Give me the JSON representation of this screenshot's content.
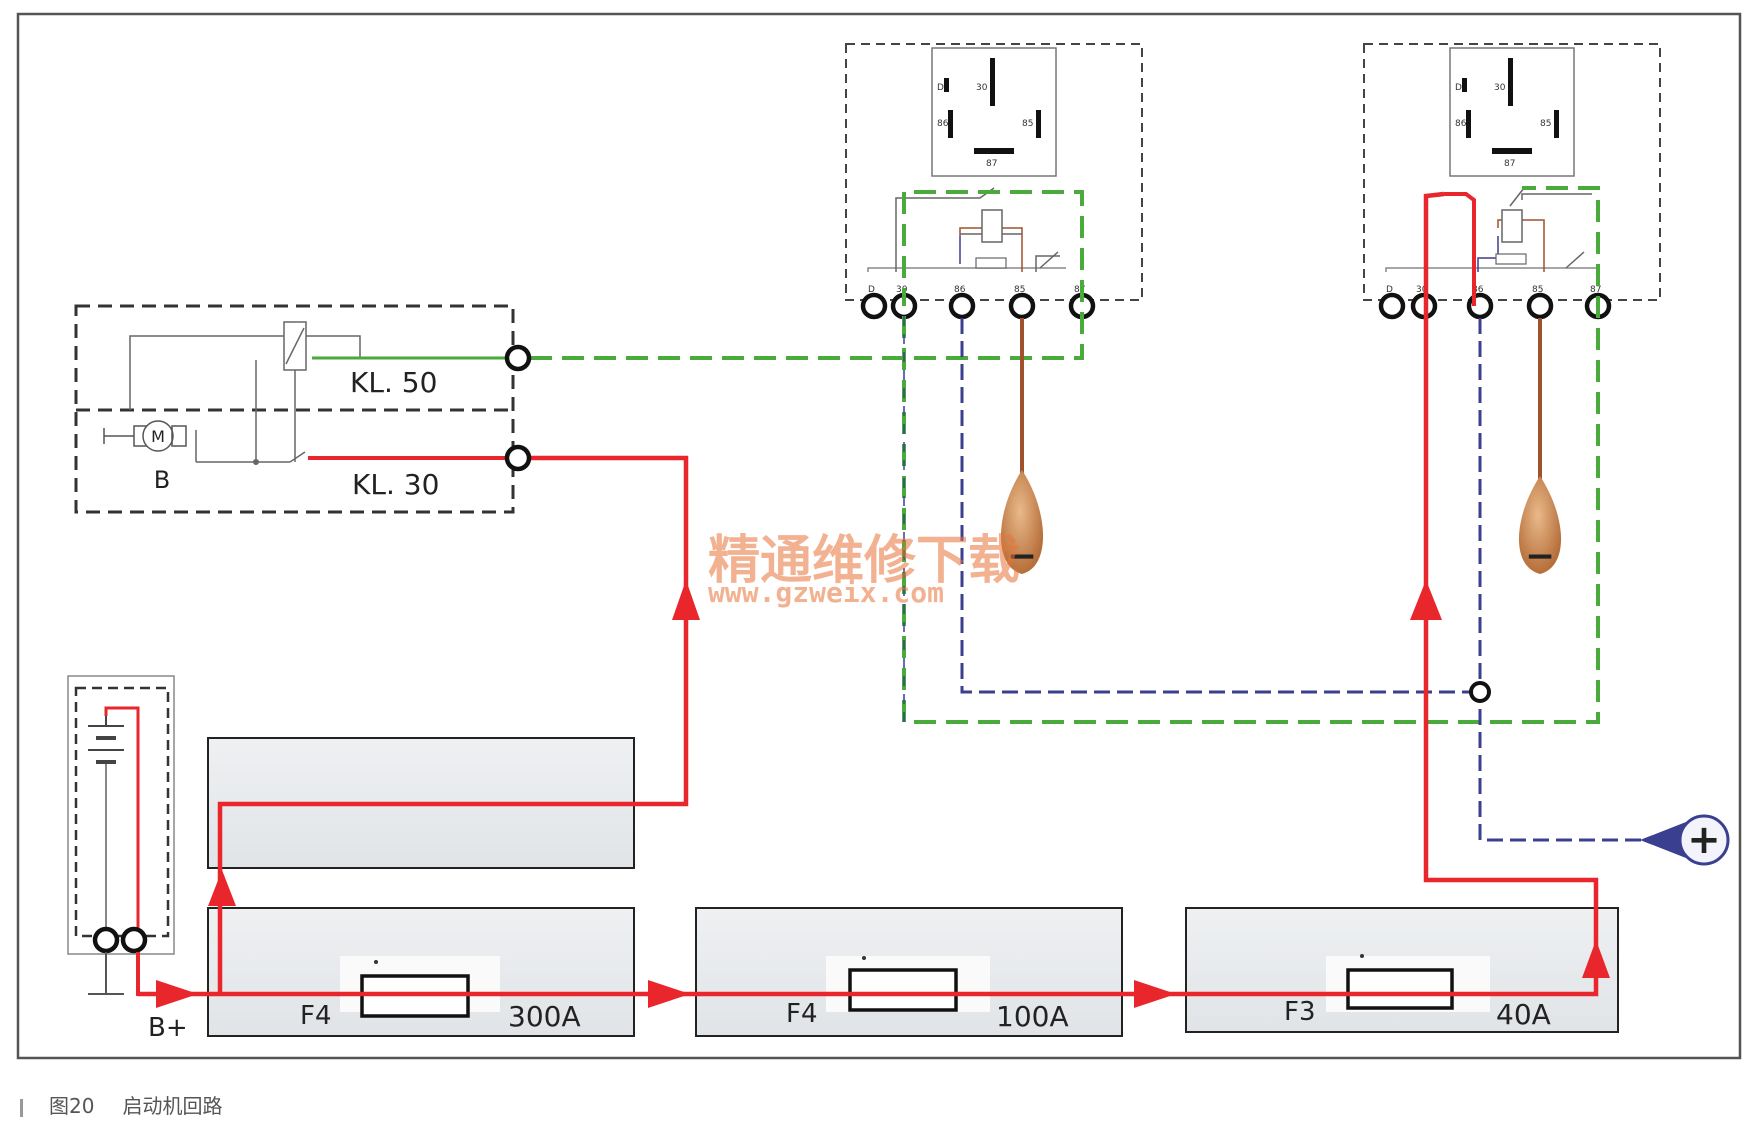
{
  "terminals": {
    "kl50": "KL. 50",
    "kl30": "KL. 30",
    "bplus": "B+",
    "starter_b": "B",
    "motor": "M"
  },
  "fuses": [
    {
      "name": "F4",
      "rating": "300A"
    },
    {
      "name": "F4",
      "rating": "100A"
    },
    {
      "name": "F3",
      "rating": "40A"
    }
  ],
  "relay_pins": [
    "D",
    "30",
    "86",
    "85",
    "87"
  ],
  "ground_symbol": "−",
  "plus_symbol": "+",
  "watermark": {
    "line1": "精通维修下载",
    "line2": "www.gzweix.com"
  },
  "caption": {
    "figure_number": "图20",
    "title": "启动机回路"
  },
  "colors": {
    "power": "#e8262b",
    "signal": "#4aaa3c",
    "control": "#3b3f8f",
    "ground_wire": "#a0522d",
    "ground": "#c8824a"
  }
}
